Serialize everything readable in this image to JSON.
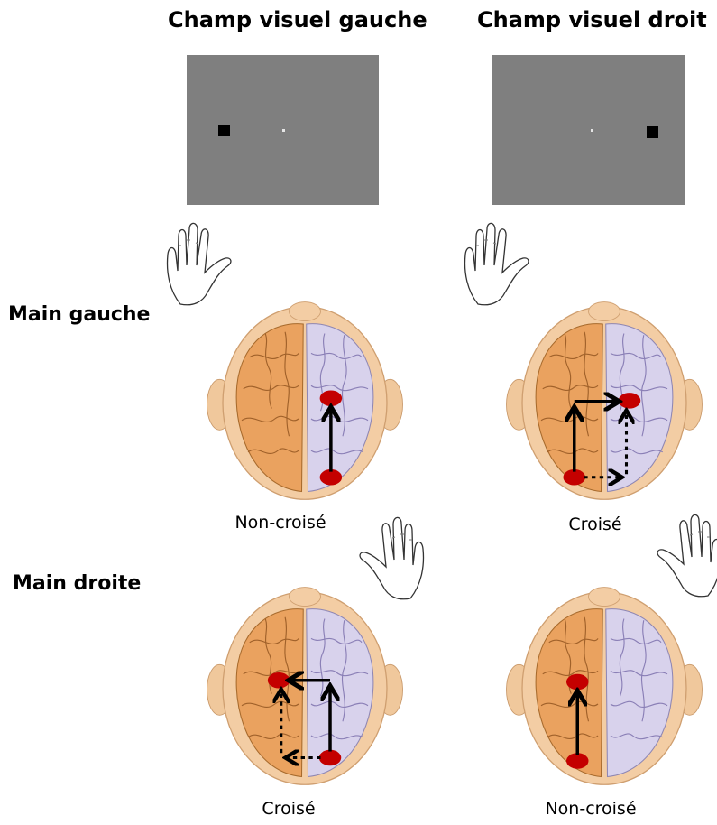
{
  "headings": {
    "left_field": "Champ visuel gauche",
    "right_field": "Champ visuel droit"
  },
  "row_labels": {
    "left_hand": "Main gauche",
    "right_hand": "Main droite"
  },
  "captions": {
    "left_hand_left_field": "Non-croisé",
    "left_hand_right_field": "Croisé",
    "right_hand_left_field": "Croisé",
    "right_hand_right_field": "Non-croisé"
  },
  "colors": {
    "screen": "#7f7f7f",
    "stimulus": "#000000",
    "left_hemisphere": "#eaa25f",
    "right_hemisphere": "#d8d2ec",
    "activation": "#c40000",
    "arrow": "#000000"
  }
}
